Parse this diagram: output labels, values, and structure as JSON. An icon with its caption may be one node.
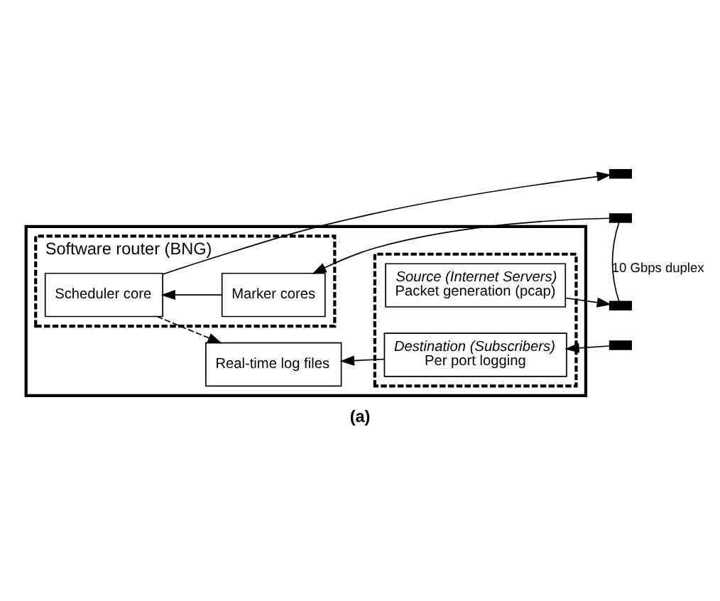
{
  "diagram": {
    "caption": "(a)",
    "nodes": [
      {
        "text": [],
        "shape": "box"
      },
      {
        "text": [
          "Software router (BNG)"
        ],
        "in": 0
      },
      {
        "text": [
          "Scheduler core"
        ],
        "in": 1
      },
      {
        "text": [
          "Marker cores"
        ],
        "in": 1
      },
      {
        "text": [],
        "shape": "bar"
      },
      {
        "text": [],
        "shape": "bar"
      },
      {
        "text": [],
        "shape": "box",
        "in": 0
      },
      {
        "text": [
          "Source (Internet Servers)",
          "Packet generation (pcap)"
        ],
        "in": 6
      },
      {
        "text": [
          "Destination (Subscribers)",
          "Per port logging"
        ],
        "in": 6
      },
      {
        "text": [],
        "shape": "bar"
      },
      {
        "text": [],
        "shape": "bar"
      },
      {
        "text": [
          "Real-time log files"
        ],
        "in": 0
      }
    ],
    "edges": [
      {
        "from": 3,
        "to": 2,
        "arrow": "to"
      },
      {
        "from": 2,
        "to": 4,
        "arrow": "to"
      },
      {
        "from": 5,
        "to": 3,
        "arrow": "to"
      },
      {
        "from": 7,
        "to": 9,
        "arrow": "to"
      },
      {
        "from": 10,
        "to": 8,
        "arrow": "to"
      },
      {
        "from": 2,
        "to": 11,
        "arrow": "to",
        "style": "dashed"
      },
      {
        "from": 8,
        "to": 11,
        "arrow": "to"
      },
      {
        "from": 5,
        "to": 9,
        "arrow": "none",
        "label": "10 Gbps duplex"
      }
    ]
  }
}
